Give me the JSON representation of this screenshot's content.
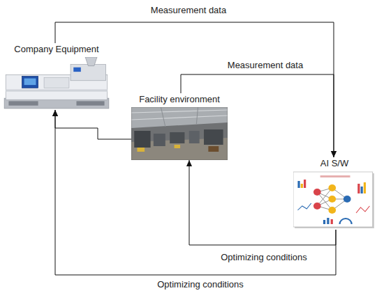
{
  "diagram": {
    "nodes": [
      {
        "text": [
          "Company Equipment"
        ]
      },
      {
        "text": [
          "Facility environment"
        ]
      },
      {
        "text": [
          "AI S/W"
        ]
      }
    ],
    "edges": [
      {
        "from": 0,
        "to": 2,
        "arrow": "to",
        "label": "Measurement data"
      },
      {
        "from": 1,
        "to": 2,
        "arrow": "to",
        "label": "Measurement data"
      },
      {
        "from": 2,
        "to": 1,
        "arrow": "to",
        "label": "Optimizing conditions"
      },
      {
        "from": 2,
        "to": 0,
        "arrow": "to",
        "label": "Optimizing conditions"
      },
      {
        "from": 1,
        "to": 0,
        "arrow": "to"
      }
    ]
  }
}
